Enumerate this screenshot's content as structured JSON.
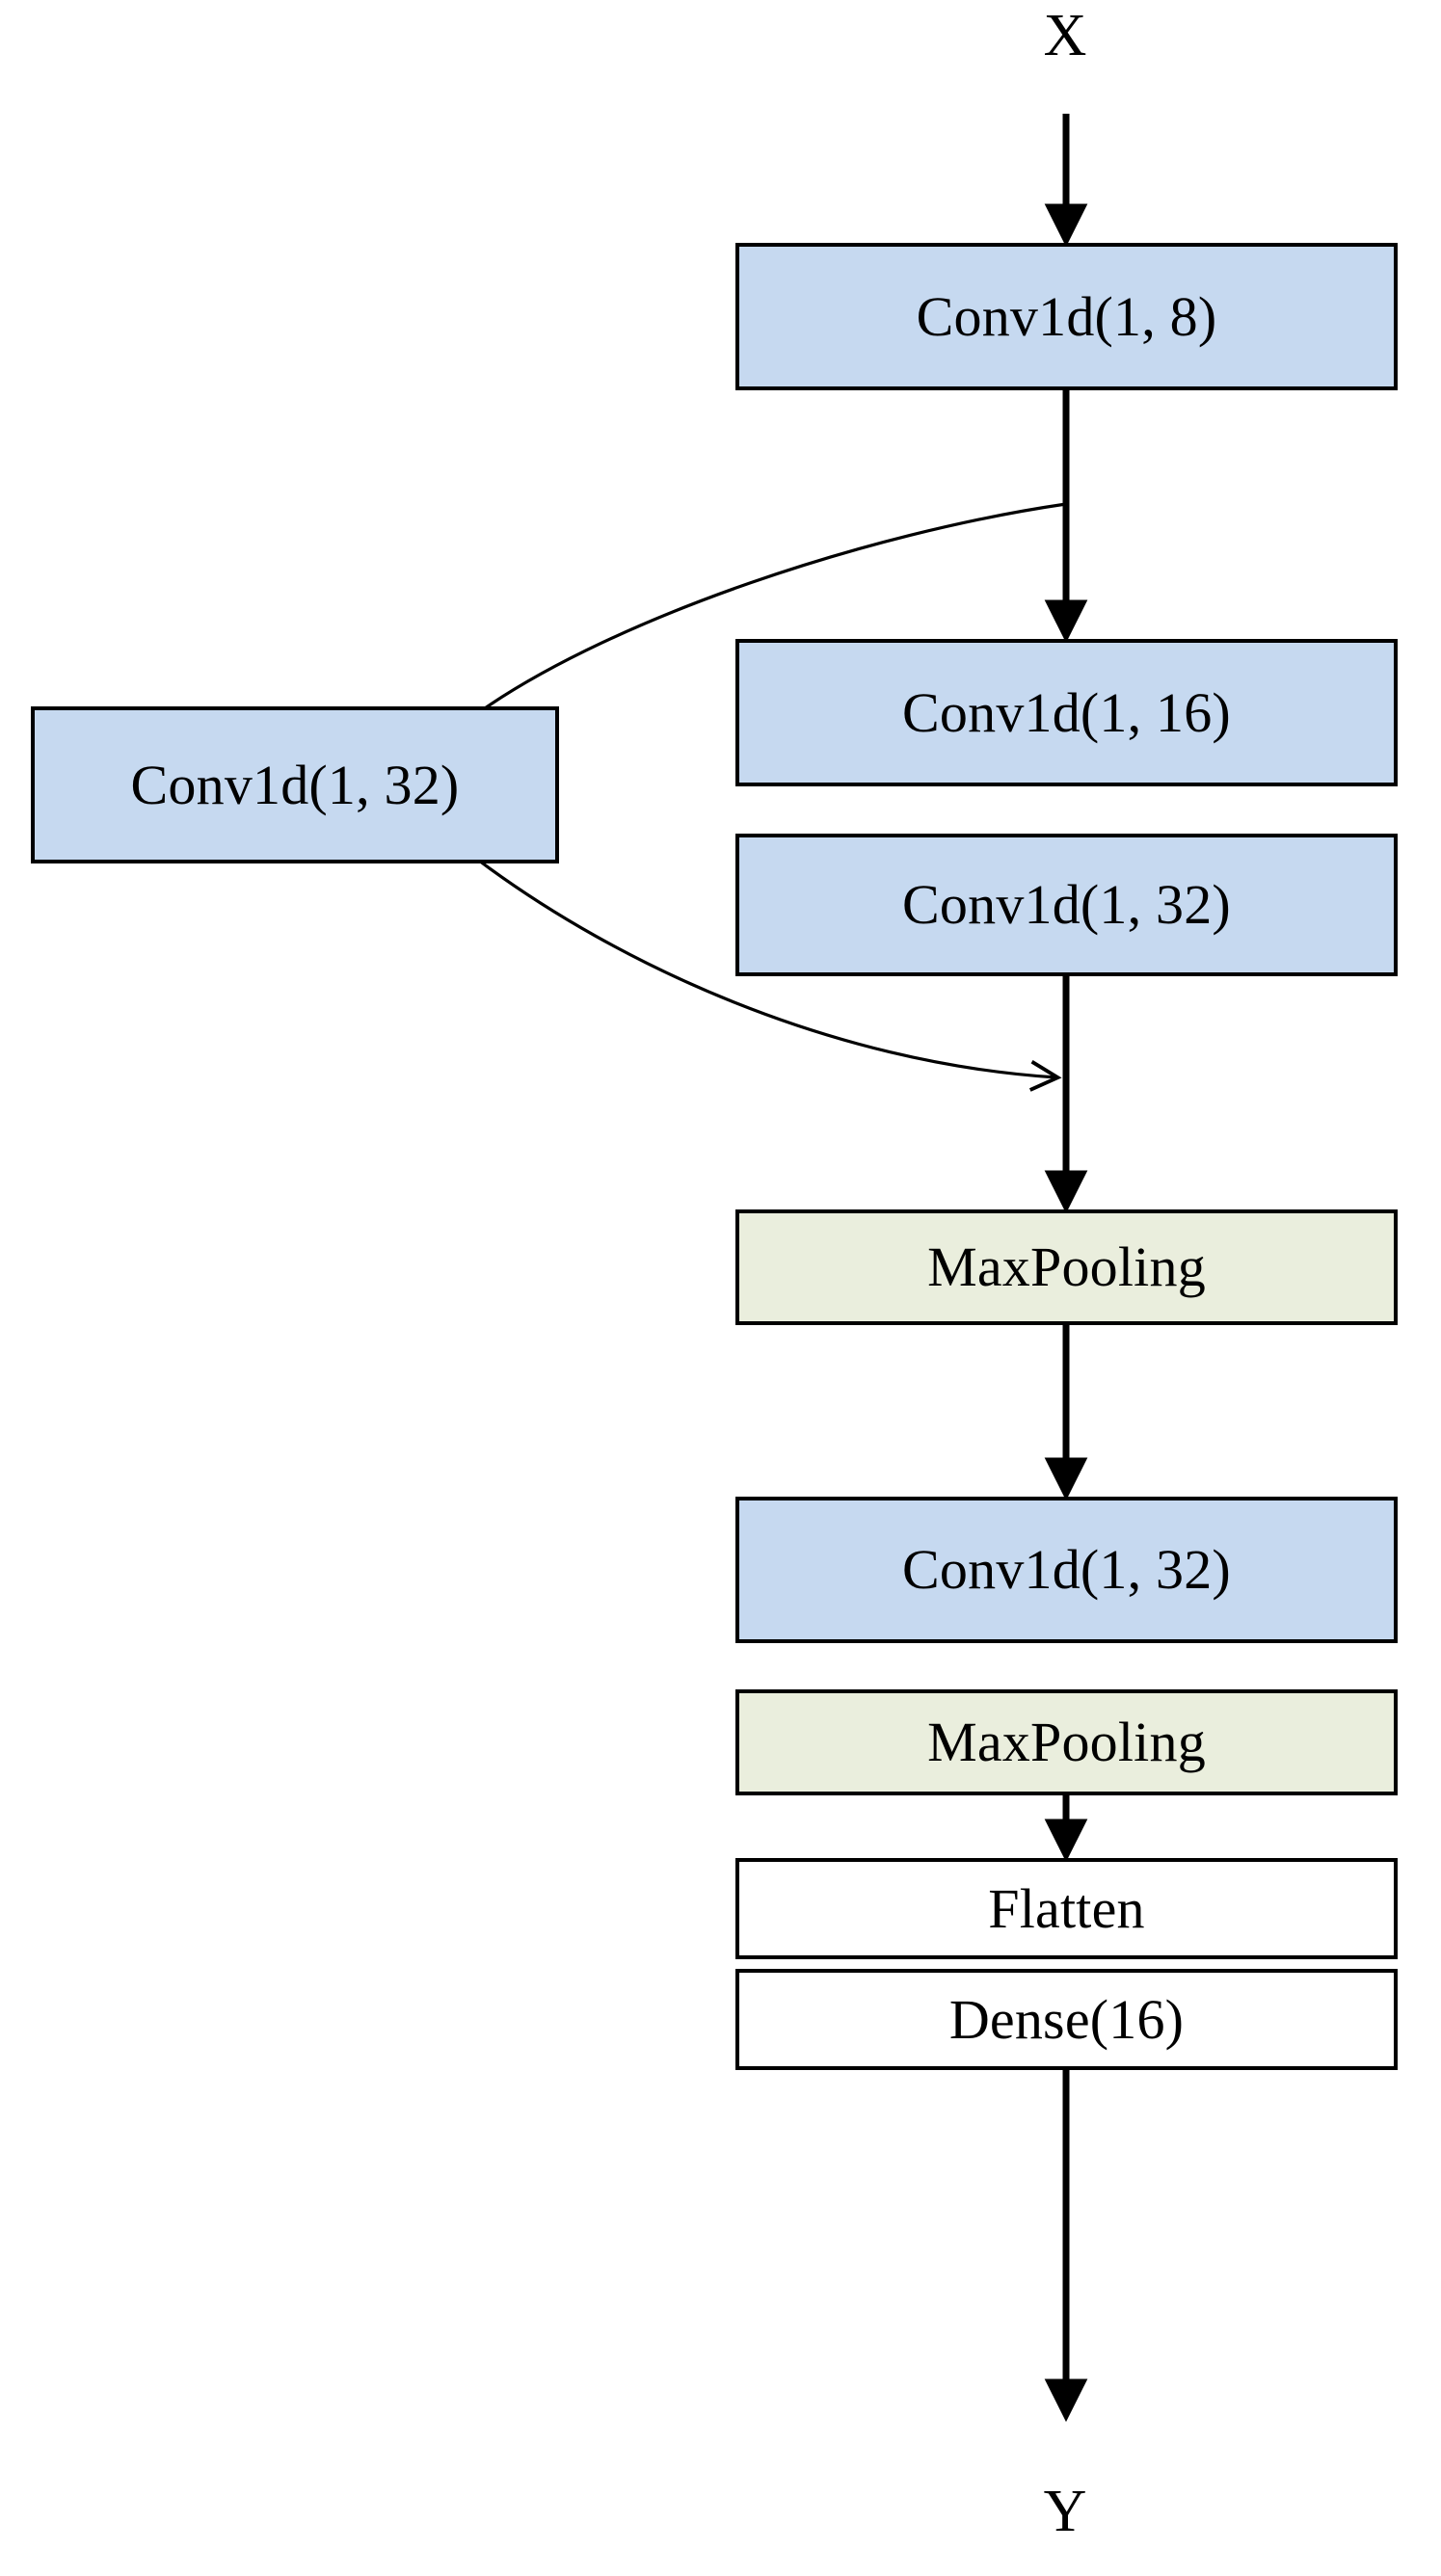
{
  "diagram": {
    "title": "1D CNN architecture flow diagram",
    "orientation": "top-to-bottom",
    "colors": {
      "conv_fill": "#c6d9f0",
      "pool_fill": "#eaeedd",
      "plain_fill": "#ffffff",
      "border": "#000000",
      "arrow": "#000000",
      "background": "#ffffff"
    },
    "io": {
      "input_label": "X",
      "output_label": "Y"
    },
    "nodes": [
      {
        "id": "conv1",
        "label": "Conv1d(1, 8)",
        "kind": "conv",
        "fill": "#c6d9f0",
        "column": "main"
      },
      {
        "id": "conv2",
        "label": "Conv1d(1, 16)",
        "kind": "conv",
        "fill": "#c6d9f0",
        "column": "main"
      },
      {
        "id": "conv3",
        "label": "Conv1d(1, 32)",
        "kind": "conv",
        "fill": "#c6d9f0",
        "column": "main"
      },
      {
        "id": "skipconv",
        "label": "Conv1d(1, 32)",
        "kind": "conv",
        "fill": "#c6d9f0",
        "column": "skip"
      },
      {
        "id": "maxpool1",
        "label": "MaxPooling",
        "kind": "pooling",
        "fill": "#eaeedd",
        "column": "main"
      },
      {
        "id": "conv4",
        "label": "Conv1d(1, 32)",
        "kind": "conv",
        "fill": "#c6d9f0",
        "column": "main"
      },
      {
        "id": "maxpool2",
        "label": "MaxPooling",
        "kind": "pooling",
        "fill": "#eaeedd",
        "column": "main"
      },
      {
        "id": "flatten",
        "label": "Flatten",
        "kind": "plain",
        "fill": "#ffffff",
        "column": "main"
      },
      {
        "id": "dense",
        "label": "Dense(16)",
        "kind": "plain",
        "fill": "#ffffff",
        "column": "main"
      }
    ],
    "edges": [
      {
        "from": "X",
        "to": "conv1",
        "style": "straight-arrow"
      },
      {
        "from": "conv1",
        "to": "conv2",
        "style": "straight-arrow"
      },
      {
        "from": "conv2",
        "to": "conv3",
        "style": "adjacent"
      },
      {
        "from": "conv1",
        "to": "skipconv",
        "style": "curved"
      },
      {
        "from": "skipconv",
        "to": "conv3",
        "style": "curved-arrow"
      },
      {
        "from": "conv3",
        "to": "maxpool1",
        "style": "straight-arrow"
      },
      {
        "from": "maxpool1",
        "to": "conv4",
        "style": "straight-arrow"
      },
      {
        "from": "conv4",
        "to": "maxpool2",
        "style": "adjacent"
      },
      {
        "from": "maxpool2",
        "to": "flatten",
        "style": "straight-arrow"
      },
      {
        "from": "flatten",
        "to": "dense",
        "style": "adjacent"
      },
      {
        "from": "dense",
        "to": "Y",
        "style": "straight-arrow"
      }
    ]
  }
}
